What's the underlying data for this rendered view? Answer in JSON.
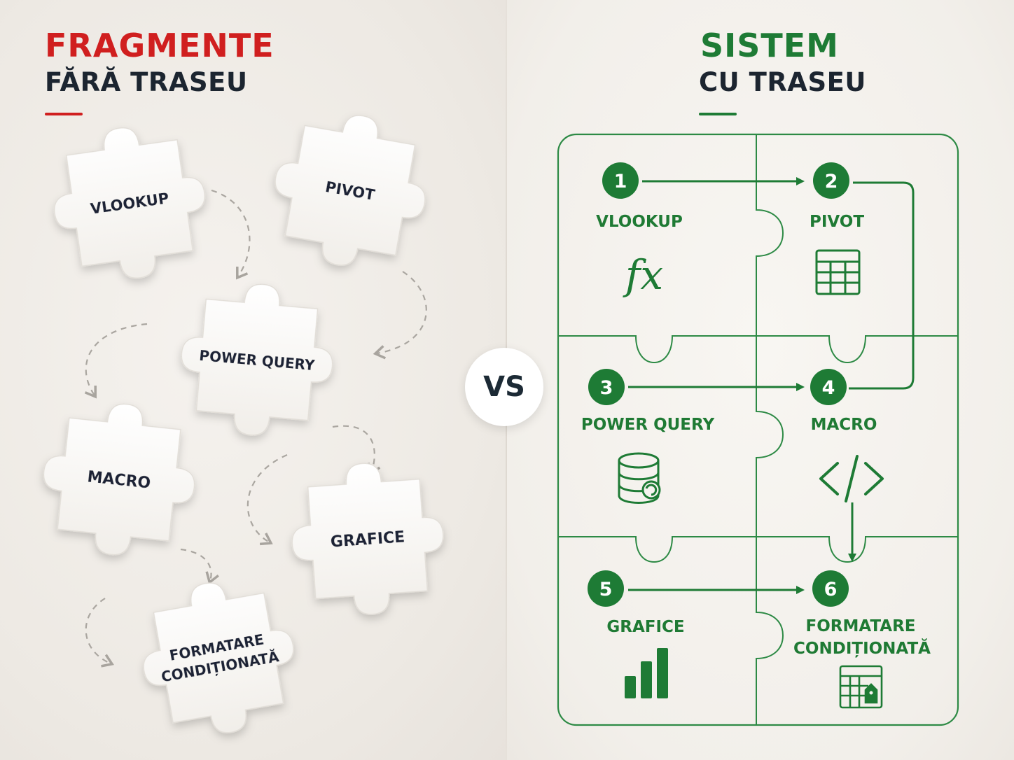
{
  "left_panel": {
    "title": "FRAGMENTE",
    "subtitle": "FĂRĂ TRASEU",
    "pieces": [
      "VLOOKUP",
      "PIVOT",
      "POWER QUERY",
      "MACRO",
      "GRAFICE",
      "FORMATARE",
      "CONDIȚIONATĂ"
    ]
  },
  "vs_label": "VS",
  "right_panel": {
    "title": "SISTEM",
    "subtitle": "CU TRASEU",
    "steps": [
      {
        "number": "1",
        "label": "VLOOKUP",
        "icon": "function-fx-icon"
      },
      {
        "number": "2",
        "label": "PIVOT",
        "icon": "table-grid-icon"
      },
      {
        "number": "3",
        "label": "POWER QUERY",
        "icon": "database-refresh-icon"
      },
      {
        "number": "4",
        "label": "MACRO",
        "icon": "code-brackets-icon"
      },
      {
        "number": "5",
        "label": "GRAFICE",
        "icon": "bar-chart-icon"
      },
      {
        "number": "6",
        "label": "FORMATARE",
        "label_line2": "CONDIȚIONATĂ",
        "icon": "formatted-sheet-icon"
      }
    ],
    "fx_glyph": "fx"
  },
  "colors": {
    "red_accent": "#d01f1f",
    "green_accent": "#1e7b35",
    "dark_text": "#1c2530"
  }
}
